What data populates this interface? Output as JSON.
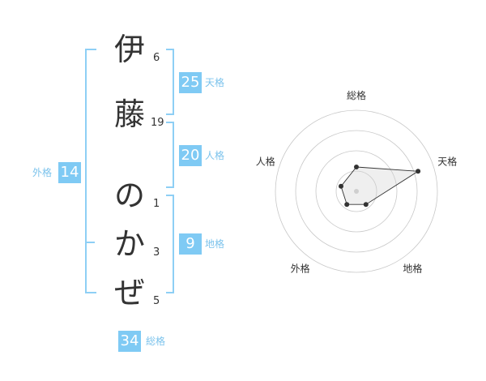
{
  "name": {
    "characters": [
      {
        "char": "伊",
        "strokes": "6"
      },
      {
        "char": "藤",
        "strokes": "19"
      },
      {
        "char": "の",
        "strokes": "1"
      },
      {
        "char": "か",
        "strokes": "3"
      },
      {
        "char": "ぜ",
        "strokes": "5"
      }
    ]
  },
  "kaku": {
    "tenkaku": {
      "value": "25",
      "label": "天格"
    },
    "jinkaku": {
      "value": "20",
      "label": "人格"
    },
    "chikaku": {
      "value": "9",
      "label": "地格"
    },
    "gaikaku": {
      "value": "14",
      "label": "外格"
    },
    "soukaku": {
      "value": "34",
      "label": "総格"
    }
  },
  "colors": {
    "accent": "#7fcaf4",
    "bracket": "#8ecff5",
    "label": "#7cc3ec"
  },
  "chart_data": {
    "type": "radar",
    "axes": [
      "総格",
      "天格",
      "地格",
      "外格",
      "人格"
    ],
    "values": [
      1.5,
      4,
      1,
      1,
      1
    ],
    "rmax": 5,
    "rings": 4,
    "grid": true
  }
}
